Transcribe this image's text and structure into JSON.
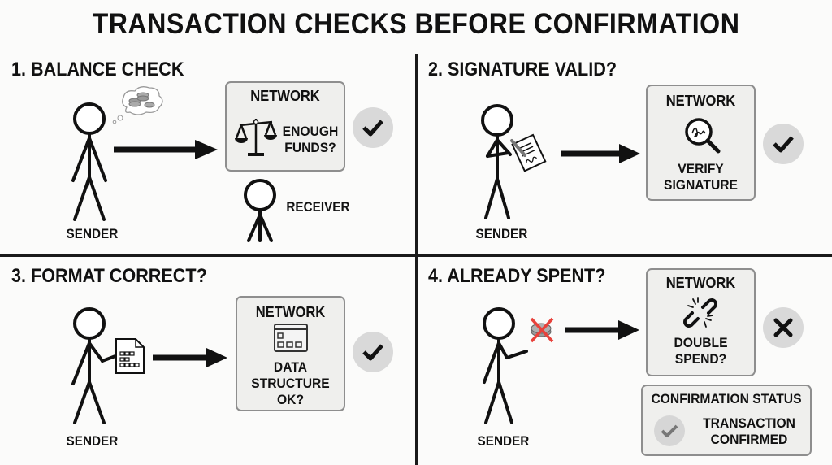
{
  "title": "TRANSACTION CHECKS BEFORE CONFIRMATION",
  "panels": [
    {
      "title": "1. BALANCE CHECK",
      "actor_label": "SENDER",
      "network_label": "NETWORK",
      "check_text": [
        "ENOUGH",
        "FUNDS?"
      ],
      "check_icon": "scale-icon",
      "sender_prop": "coins-thought-bubble",
      "receiver_label": "RECEIVER",
      "result": "check"
    },
    {
      "title": "2. SIGNATURE VALID?",
      "actor_label": "SENDER",
      "network_label": "NETWORK",
      "check_text": [
        "VERIFY",
        "SIGNATURE"
      ],
      "check_icon": "magnifier-signature-icon",
      "sender_prop": "signed-document",
      "result": "check"
    },
    {
      "title": "3. FORMAT CORRECT?",
      "actor_label": "SENDER",
      "network_label": "NETWORK",
      "check_text": [
        "DATA",
        "STRUCTURE",
        "OK?"
      ],
      "check_icon": "data-structure-icon",
      "sender_prop": "data-document",
      "result": "check"
    },
    {
      "title": "4. ALREADY SPENT?",
      "actor_label": "SENDER",
      "network_label": "NETWORK",
      "check_text": [
        "DOUBLE",
        "SPEND?"
      ],
      "check_icon": "broken-chain-icon",
      "sender_prop": "crossed-out-coin",
      "result": "cross",
      "status_box": {
        "title": "CONFIRMATION STATUS",
        "text": [
          "TRANSACTION",
          "CONFIRMED"
        ]
      }
    }
  ],
  "colors": {
    "ink": "#111111",
    "box_fill": "#efefed",
    "box_border": "#8e8e8e",
    "circle_fill": "#d9d9d9",
    "cross_red": "#e8423b",
    "background": "#fbfbfa"
  }
}
